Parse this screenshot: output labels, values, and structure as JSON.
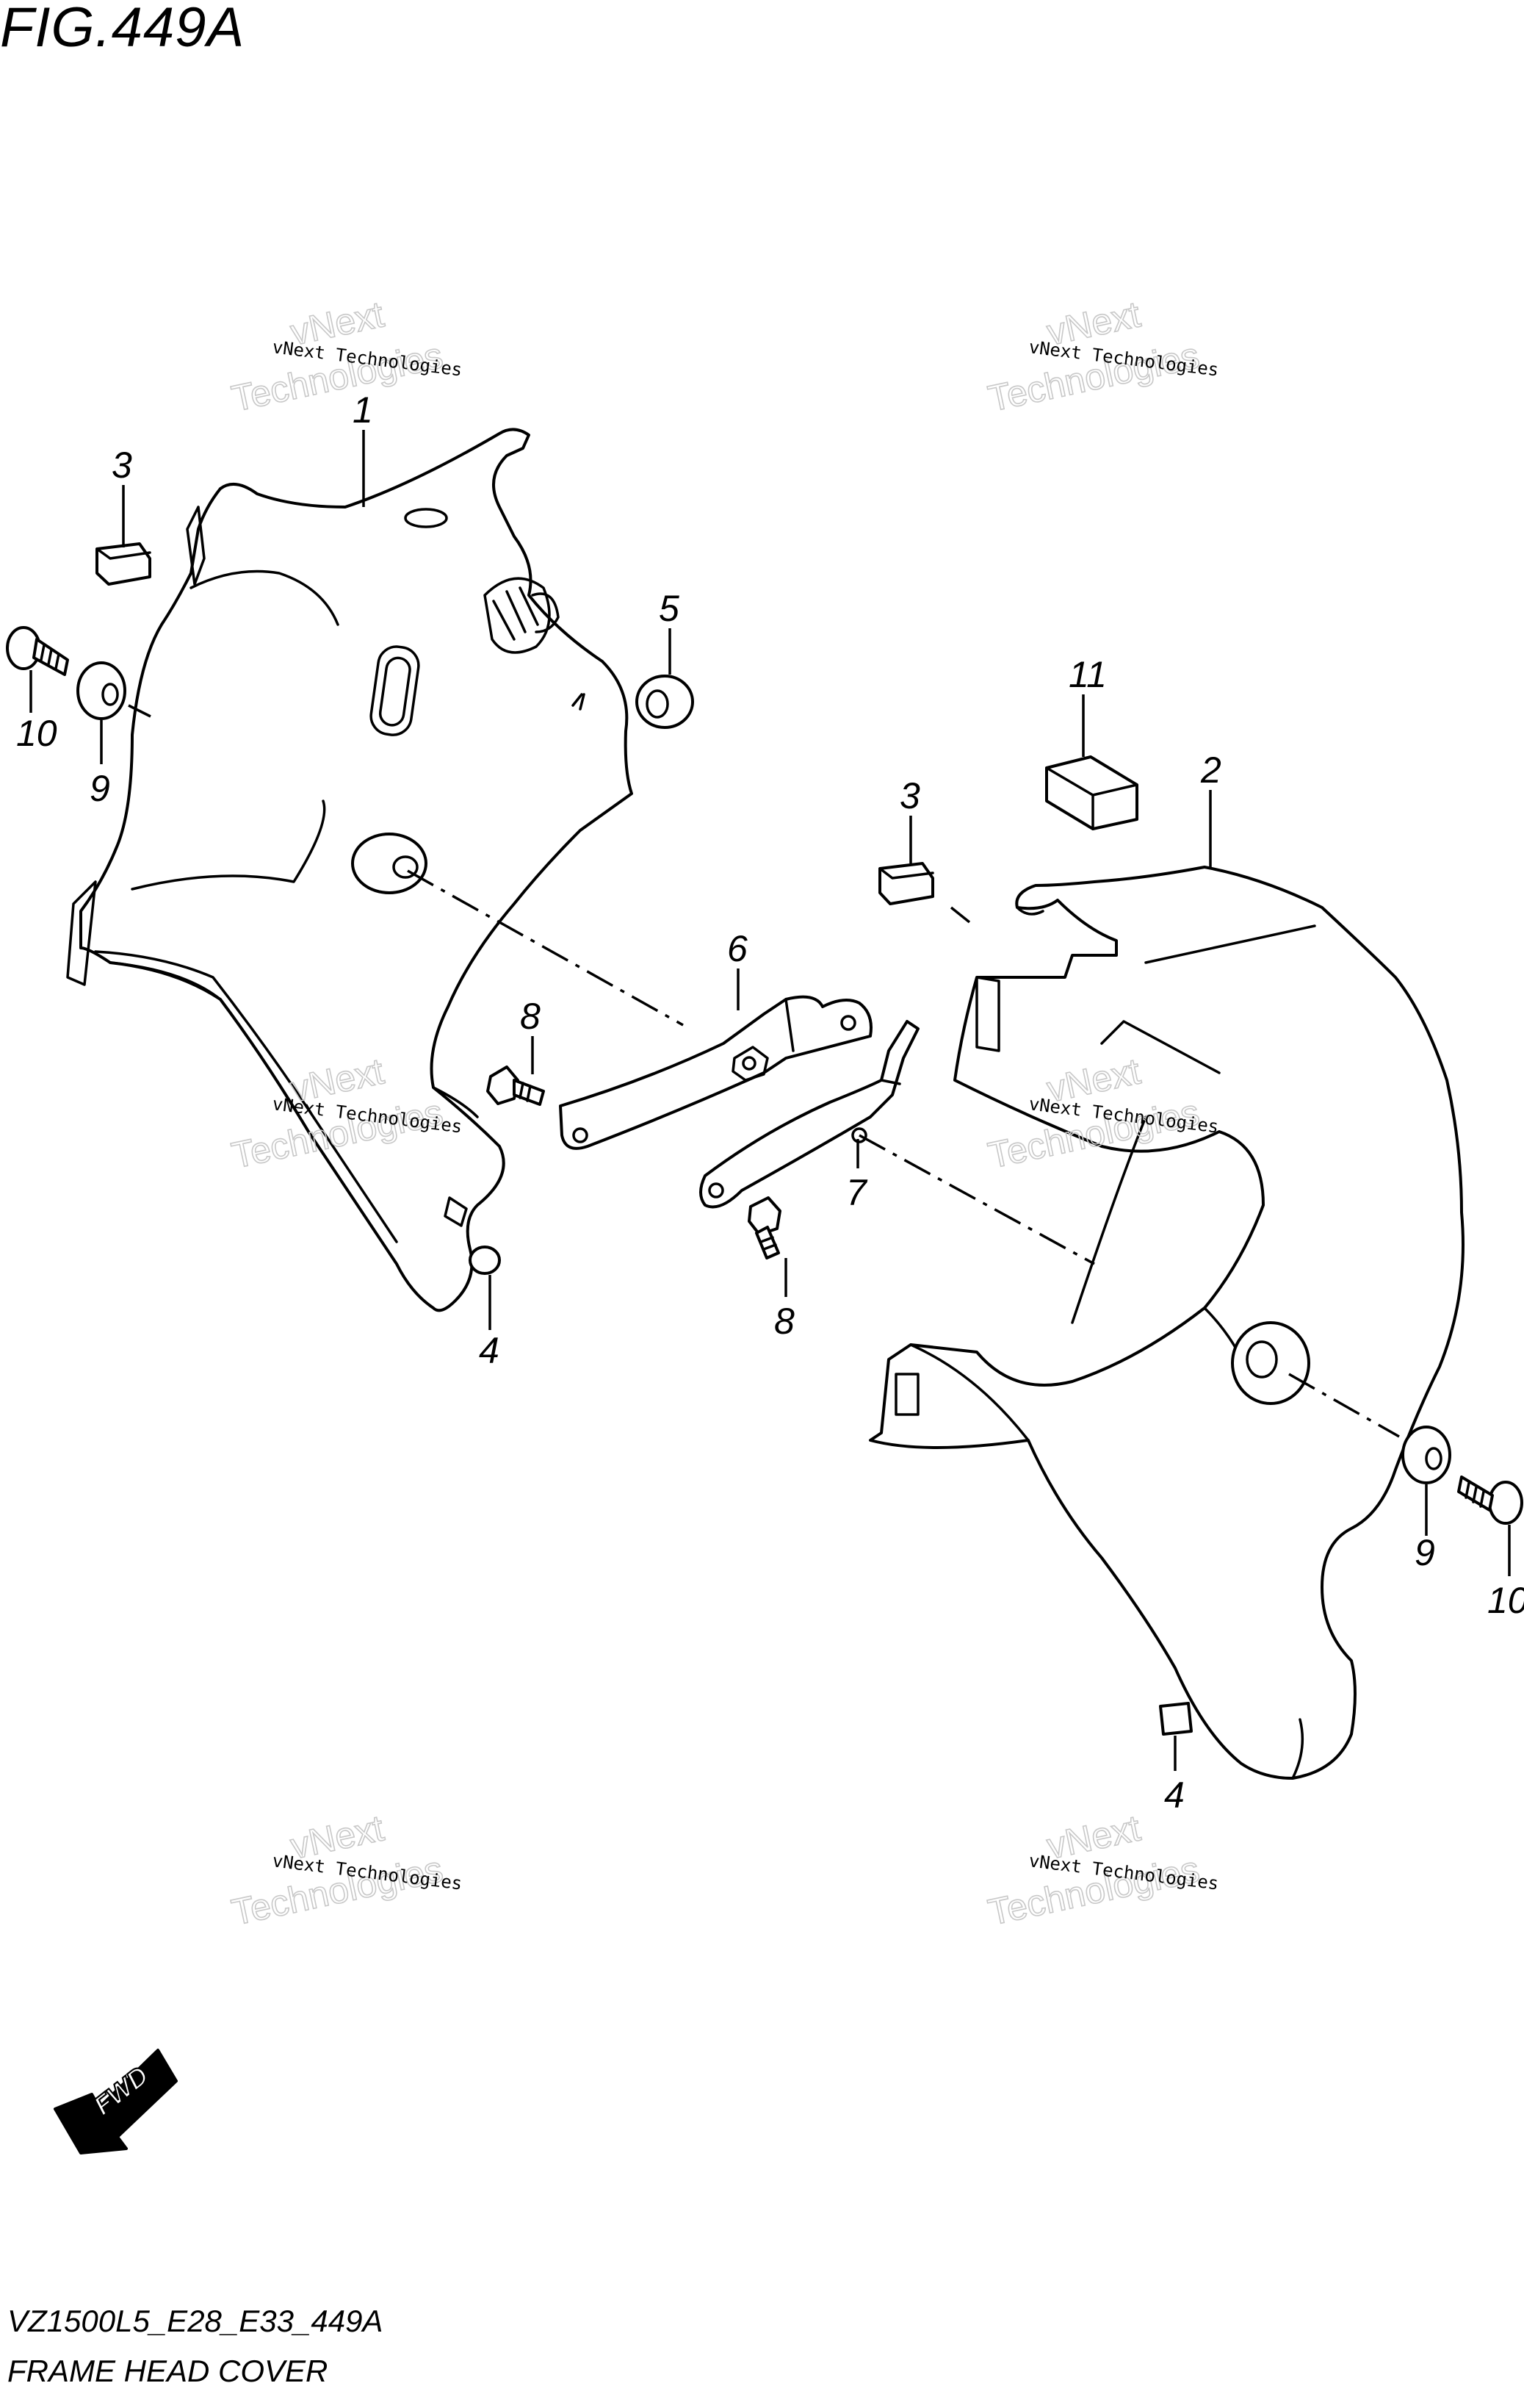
{
  "figure": {
    "title": "FIG.449A",
    "model_code": "VZ1500L5_E28_E33_449A",
    "section_name": "FRAME HEAD COVER"
  },
  "callouts": {
    "part_1": "1",
    "part_2": "2",
    "part_3_left": "3",
    "part_3_right": "3",
    "part_4_left": "4",
    "part_4_right": "4",
    "part_5": "5",
    "part_6": "6",
    "part_7": "7",
    "part_8_upper": "8",
    "part_8_lower": "8",
    "part_9_left": "9",
    "part_9_right": "9",
    "part_10_left": "10",
    "part_10_right": "10",
    "part_11": "11"
  },
  "watermark": {
    "line_small": "vNext Technologies",
    "line_big_1": "vNext",
    "line_big_2": "Technologies"
  },
  "direction_marker": {
    "label": "FWD",
    "icon": "fwd-arrow-icon"
  }
}
